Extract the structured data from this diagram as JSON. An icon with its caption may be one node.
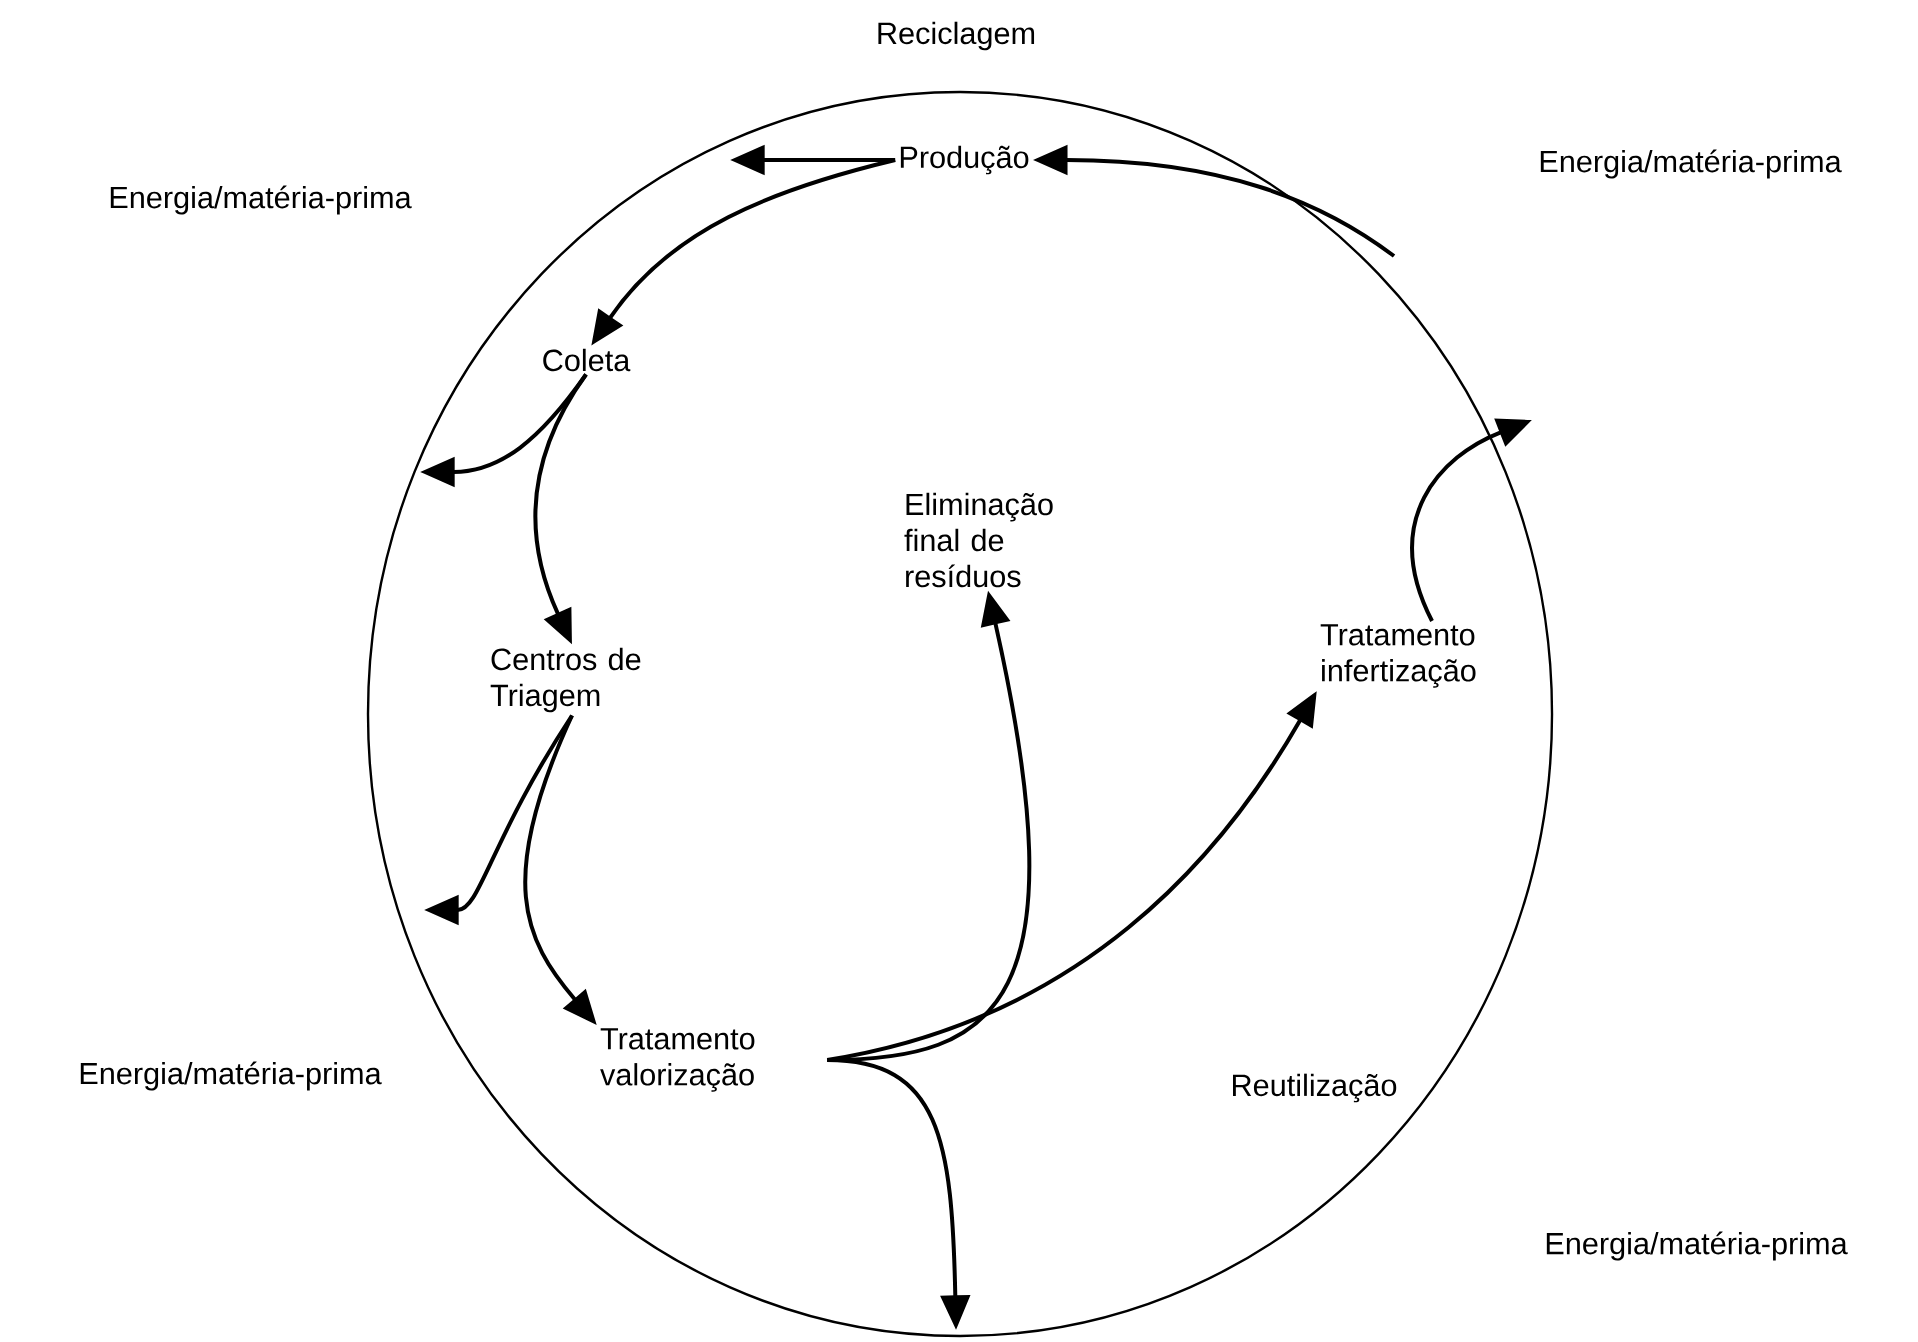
{
  "diagram": {
    "nodes": [
      {
        "text": [
          "Reciclagem",
          "Reutilização"
        ]
      },
      {
        "text": [
          "Produção"
        ],
        "in": 0
      },
      {
        "text": [
          "Coleta"
        ],
        "in": 0
      },
      {
        "text": [
          "Centros de Triagem"
        ],
        "in": 0
      },
      {
        "text": [
          "Tratamento valorização"
        ],
        "in": 0
      },
      {
        "text": [
          "Eliminação final de resíduos"
        ],
        "in": 0
      },
      {
        "text": [
          "Tratamento infertização"
        ],
        "in": 0
      }
    ],
    "edges": [
      {
        "from": null,
        "to": 1,
        "arrow": "to"
      },
      {
        "from": 1,
        "to": null,
        "arrow": "to"
      },
      {
        "from": 1,
        "to": 2,
        "arrow": "to"
      },
      {
        "from": 2,
        "to": null,
        "arrow": "to"
      },
      {
        "from": 2,
        "to": 3,
        "arrow": "to"
      },
      {
        "from": 3,
        "to": null,
        "arrow": "to"
      },
      {
        "from": 3,
        "to": 4,
        "arrow": "to"
      },
      {
        "from": 4,
        "to": 5,
        "arrow": "to"
      },
      {
        "from": 4,
        "to": 6,
        "arrow": "to"
      },
      {
        "from": 4,
        "to": null,
        "arrow": "to"
      },
      {
        "from": 6,
        "to": null,
        "arrow": "to"
      }
    ],
    "labels": [
      "Energia/matéria-prima",
      "Energia/matéria-prima",
      "Energia/matéria-prima",
      "Energia/matéria-prima"
    ]
  }
}
